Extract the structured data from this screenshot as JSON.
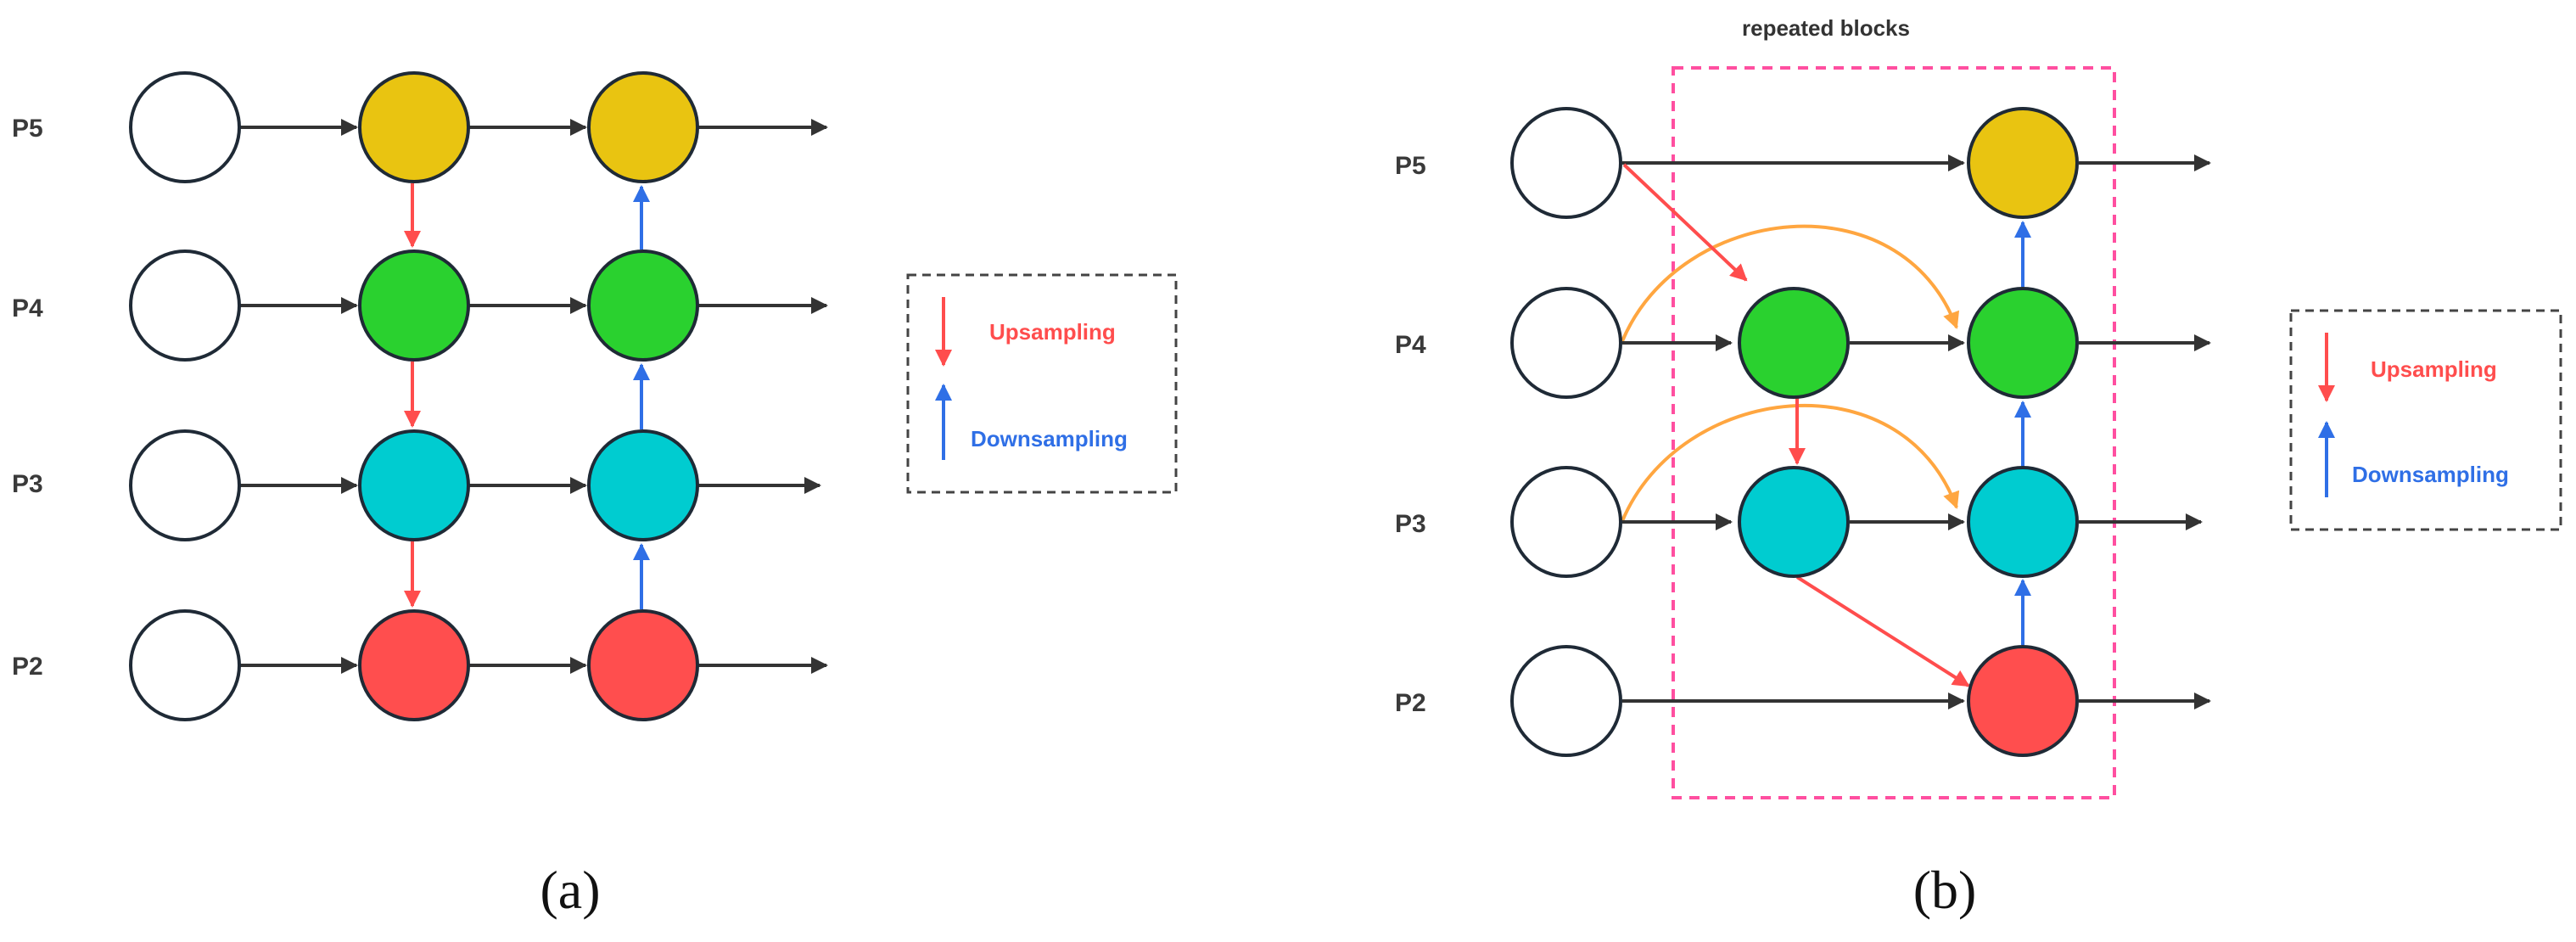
{
  "colors": {
    "p5": "#e9c411",
    "p4": "#2ad12f",
    "p3": "#00ccd0",
    "p2": "#ff4e4e",
    "input": "#ffffff",
    "stroke": "#1f2a36",
    "edge": "#333333",
    "upsampling": "#ff4d4d",
    "downsampling": "#2f6fe6",
    "skip": "#ffa640",
    "repeat_box": "#ff4fa0",
    "legend_border": "#444444"
  },
  "panel_a": {
    "levels": [
      "P5",
      "P4",
      "P3",
      "P2"
    ],
    "legend": {
      "up_label": "Upsampling",
      "down_label": "Downsampling"
    },
    "caption": "(a)"
  },
  "panel_b": {
    "title": "repeated blocks",
    "levels": [
      "P5",
      "P4",
      "P3",
      "P2"
    ],
    "legend": {
      "up_label": "Upsampling",
      "down_label": "Downsampling"
    },
    "caption": "(b)"
  }
}
